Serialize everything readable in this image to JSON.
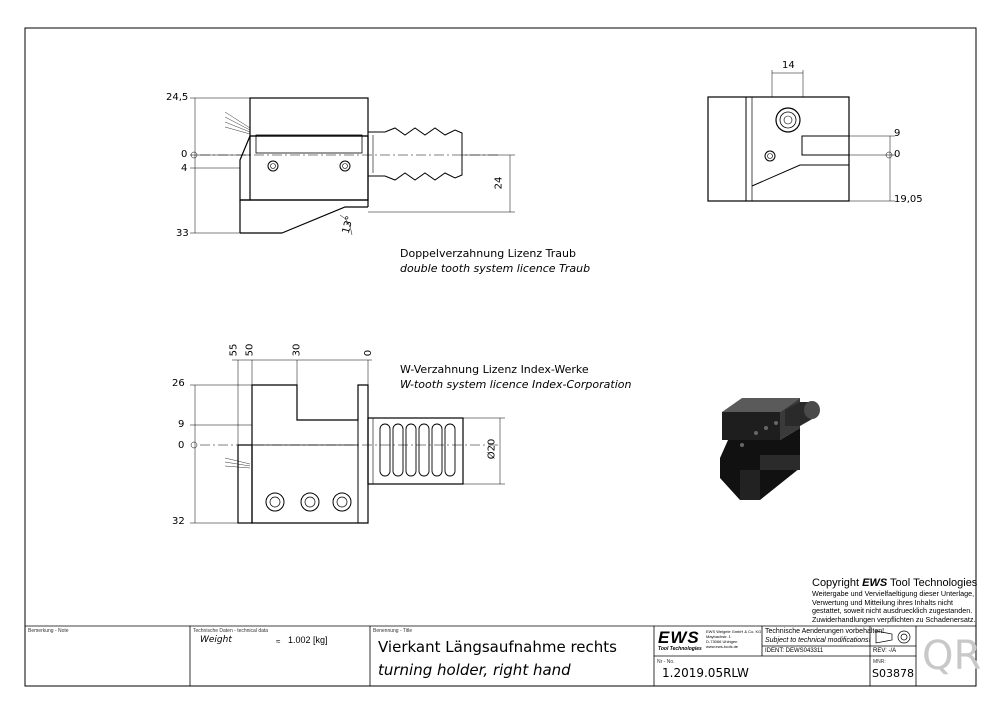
{
  "drawing": {
    "top_view": {
      "dims_left": [
        "24,5",
        "0",
        "4",
        "33"
      ],
      "dim_height": "24",
      "dim_angle": "13°"
    },
    "side_view": {
      "dim_top": "14",
      "dims_right": [
        "9",
        "0",
        "19,05"
      ]
    },
    "front_view": {
      "dims_top": [
        "55",
        "50",
        "30",
        "0"
      ],
      "dims_left": [
        "26",
        "9",
        "0",
        "32"
      ],
      "dim_diameter": "Ø20"
    },
    "notes": {
      "traub_de": "Doppelverzahnung Lizenz Traub",
      "traub_en": "double tooth system licence Traub",
      "index_de": "W-Verzahnung Lizenz Index-Werke",
      "index_en": "W-tooth system licence Index-Corporation"
    }
  },
  "copyright": {
    "prefix": "Copyright ",
    "brand": "EWS",
    "suffix": " Tool Technologies",
    "lines": [
      "Weitergabe und Vervielfaeltigung dieser Unterlage,",
      "Verwertung und Mitteilung ihres Inhalts nicht",
      "gestattet, soweit nicht ausdruecklich zugestanden.",
      "Zuwiderhandlungen verpflichten zu Schadenersatz."
    ]
  },
  "title_block": {
    "note_label": "Bemerkung - Note",
    "tech_label": "Technische Daten - technical data",
    "weight_label": "Weight",
    "weight_approx": "≈",
    "weight_value": "1.002 [kg]",
    "title_label": "Benennung - Title",
    "title_de": "Vierkant Längsaufnahme rechts",
    "title_en": "turning holder, right hand",
    "logo": "EWS",
    "logo_sub": "Tool Technologies",
    "company_lines": [
      "EWS Weigele GmbH & Co. KG",
      "Maybachstr. 1",
      "D-73066 Uhingen",
      "www.ews-tools.de"
    ],
    "changes_de": "Technische Aenderungen vorbehalten!",
    "changes_en": "Subject to technical modifications!",
    "ident": "IDENT:  DEWS043311",
    "rev": "REV:  -/A",
    "nr_label": "Nr - No.",
    "part_no": "1.2019.05RLW",
    "mnr_label": "MNR:",
    "mnr": "S03878",
    "qr": "QR"
  }
}
